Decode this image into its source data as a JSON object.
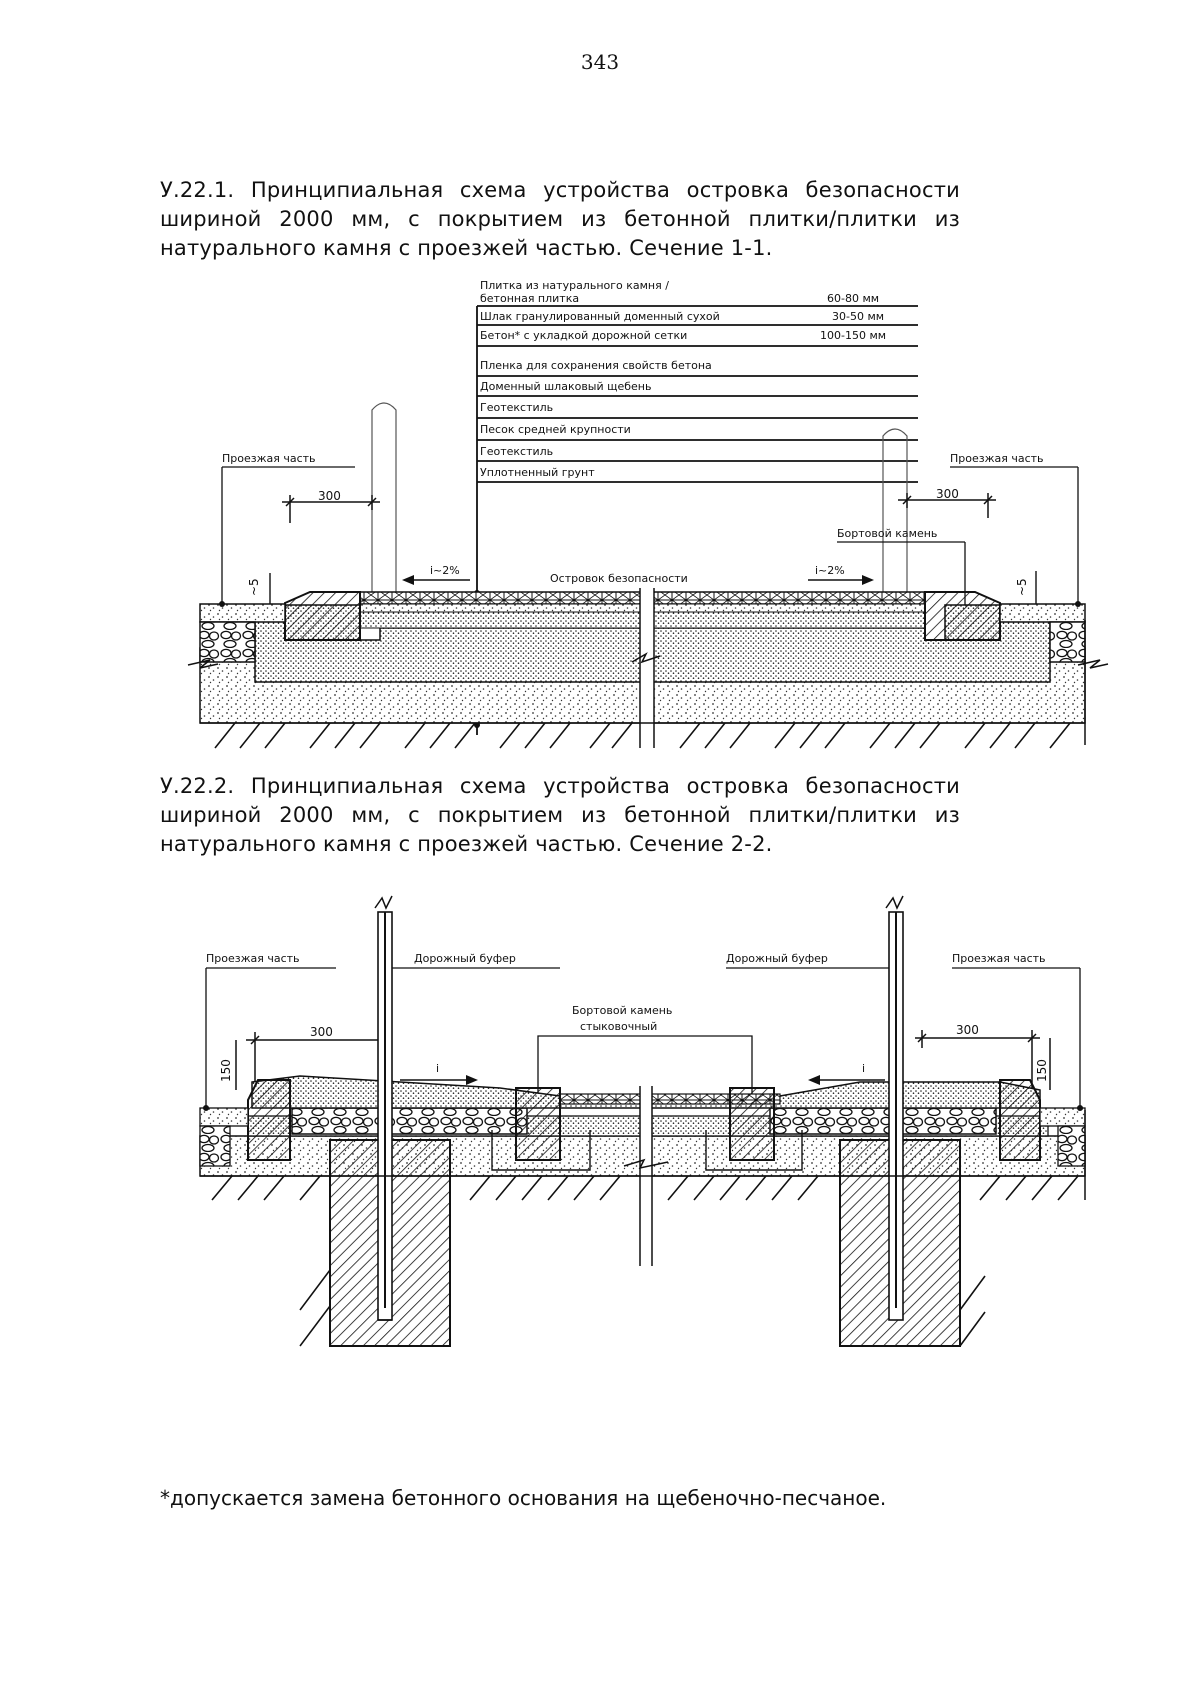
{
  "page_number": "343",
  "caption_1": "У.22.1. Принципиальная схема устройства островка безопасности шириной 2000 мм, с покрытием из бетонной плитки/плитки из натурального камня с проезжей частью. Сечение 1-1.",
  "caption_2": "У.22.2. Принципиальная схема устройства островка безопасности шириной 2000 мм, с покрытием из бетонной плитки/плитки из натурального камня с проезжей частью. Сечение 2-2.",
  "footnote": "*допускается замена бетонного основания на щебеночно-песчаное.",
  "figure_1": {
    "layers": [
      {
        "name": "Плитка из натурального камня / бетонная плитка",
        "thickness": "60-80 мм"
      },
      {
        "name": "Шлак гранулированный доменный сухой",
        "thickness": "30-50 мм"
      },
      {
        "name": "Бетон* с укладкой дорожной сетки",
        "thickness": "100-150 мм"
      },
      {
        "name": "Пленка для сохранения свойств бетона",
        "thickness": ""
      },
      {
        "name": "Доменный шлаковый щебень",
        "thickness": ""
      },
      {
        "name": "Геотекстиль",
        "thickness": ""
      },
      {
        "name": "Песок средней крупности",
        "thickness": ""
      },
      {
        "name": "Геотекстиль",
        "thickness": ""
      },
      {
        "name": "Уплотненный грунт",
        "thickness": ""
      }
    ],
    "layer_title_line1": "Плитка из натурального камня /",
    "layer_title_line2": "бетонная плитка",
    "label_road_left": "Проезжая часть",
    "label_road_right": "Проезжая часть",
    "label_curb": "Бортовой камень",
    "label_island": "Островок безопасности",
    "slope_left": "i~2%",
    "slope_right": "i~2%",
    "dim_left": "300",
    "dim_right": "300",
    "dim_height_left": "~5",
    "dim_height_right": "~5"
  },
  "figure_2": {
    "label_road_left": "Проезжая часть",
    "label_road_right": "Проезжая часть",
    "label_buffer_left": "Дорожный буфер",
    "label_buffer_right": "Дорожный буфер",
    "label_curb_line1": "Бортовой камень",
    "label_curb_line2": "стыковочный",
    "dim_left": "300",
    "dim_right": "300",
    "dim_height_left": "150",
    "dim_height_right": "150",
    "slope_left": "i",
    "slope_right": "i"
  }
}
